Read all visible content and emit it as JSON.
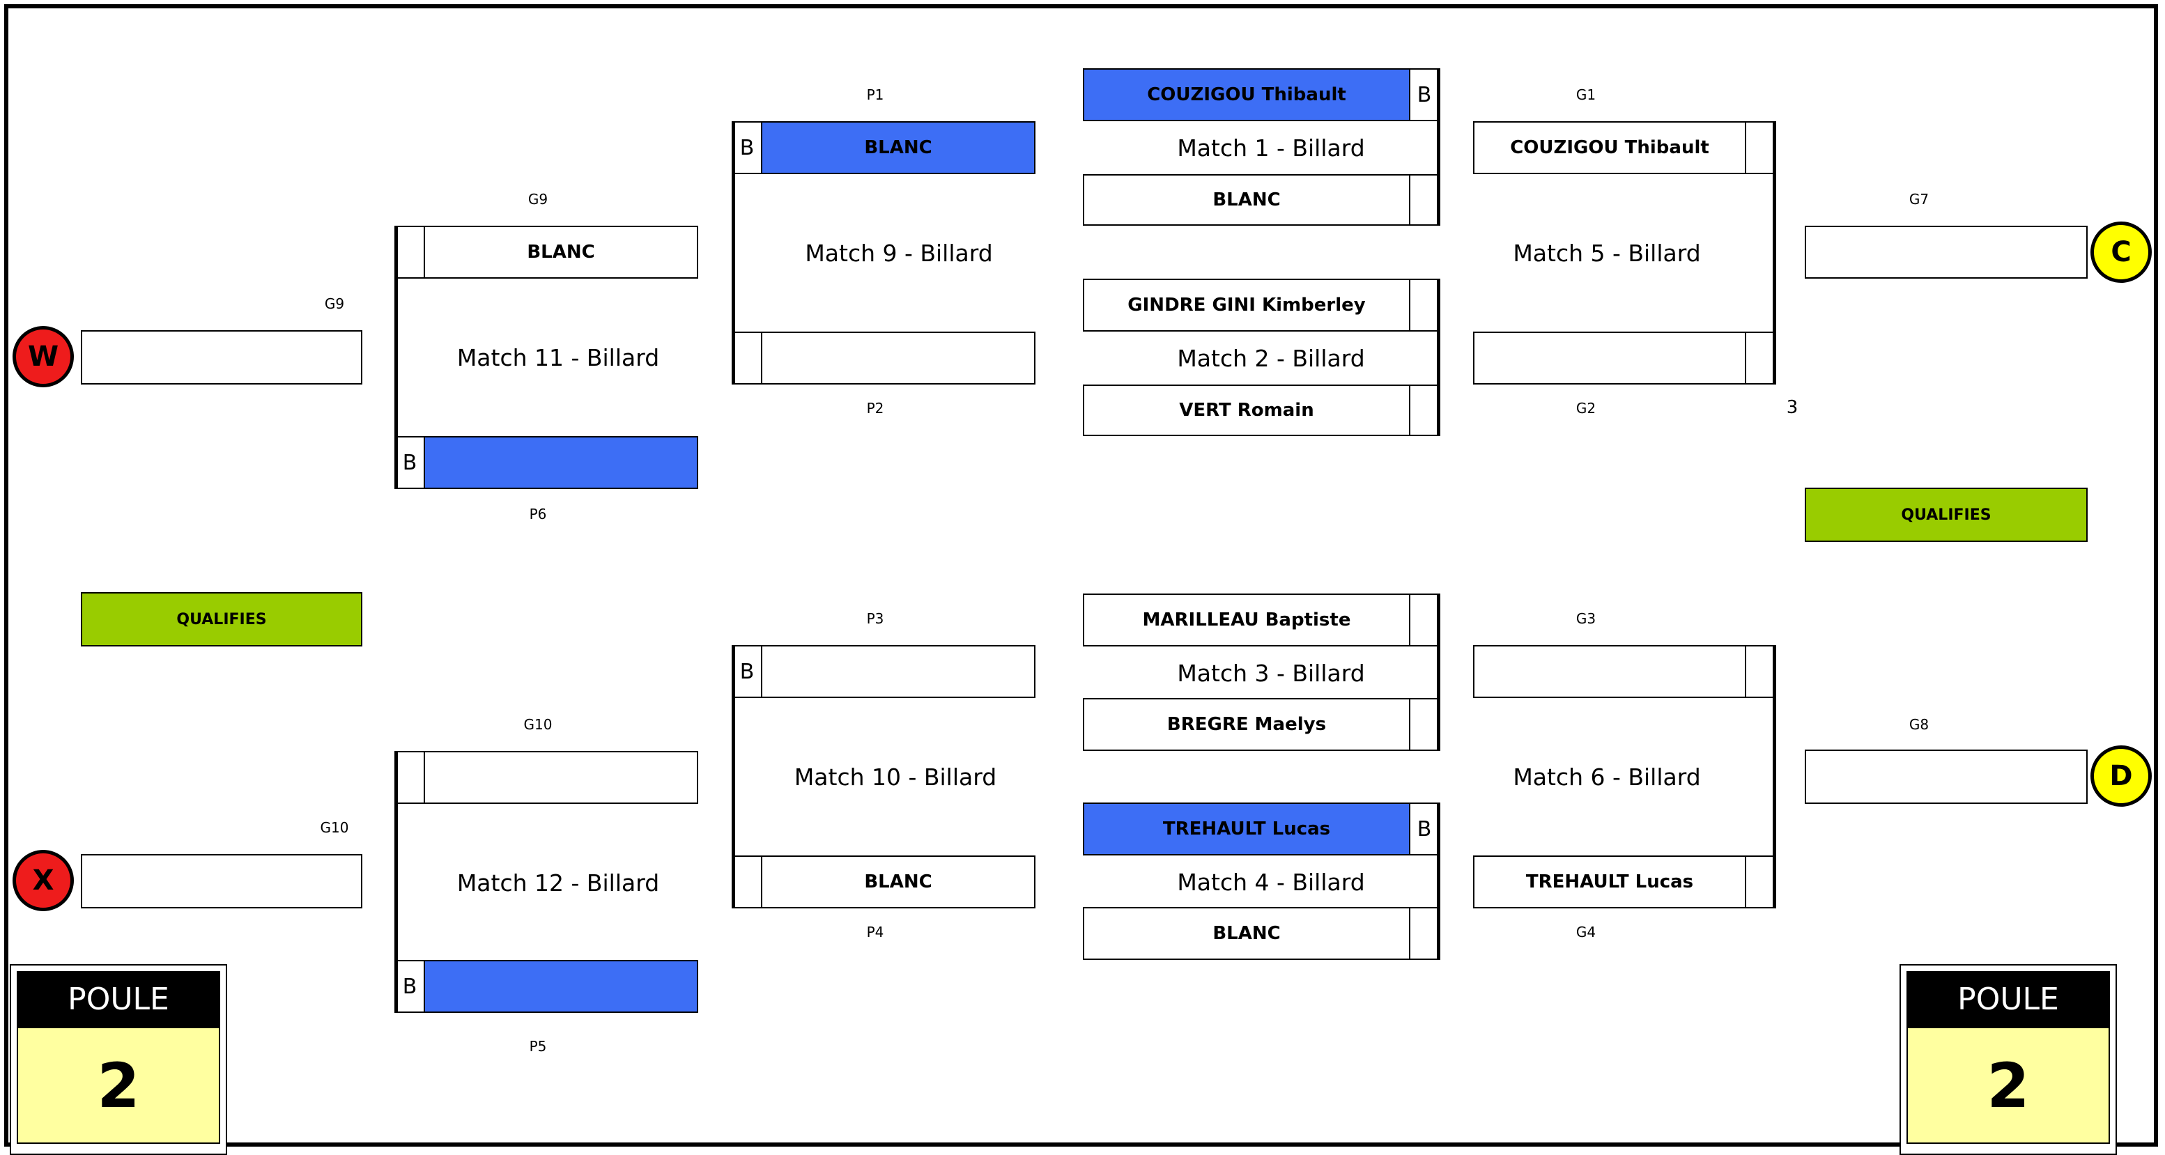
{
  "colors": {
    "selected": "#3d6ef5",
    "qualifies": "#99cc00",
    "winner_badge": "#ee1c1c",
    "loser_badge": "#ffff00",
    "poule_value_bg": "#ffffa0"
  },
  "top": {
    "match1": {
      "label": "Match 1 - Billard",
      "p1": "COUZIGOU Thibault",
      "p1_b": "B",
      "p2": "BLANC"
    },
    "match2": {
      "label": "Match 2 - Billard",
      "p1": "GINDRE GINI Kimberley",
      "p2": "VERT Romain"
    },
    "match9": {
      "label": "Match 9 - Billard",
      "top_b": "B",
      "top": "BLANC",
      "top_tag": "P1",
      "bottom": "",
      "bottom_tag": "P2"
    },
    "match5": {
      "label": "Match 5 - Billard",
      "top": "COUZIGOU Thibault",
      "top_tag": "G1",
      "bottom": "",
      "bottom_tag": "G2",
      "extra": "3"
    },
    "match11": {
      "label": "Match 11 - Billard",
      "top": "BLANC",
      "top_tag": "G9",
      "bottom_b": "B",
      "bottom": "",
      "bottom_tag": "P6"
    },
    "g9": {
      "tag": "G9",
      "value": ""
    },
    "g7": {
      "tag": "G7",
      "value": ""
    }
  },
  "bottom": {
    "match3": {
      "label": "Match 3 - Billard",
      "p1": "MARILLEAU Baptiste",
      "p2": "BREGRE Maelys"
    },
    "match4": {
      "label": "Match 4 - Billard",
      "p1": "TREHAULT Lucas",
      "p1_b": "B",
      "p2": "BLANC"
    },
    "match10": {
      "label": "Match 10 - Billard",
      "top_b": "B",
      "top": "",
      "top_tag": "P3",
      "bottom": "BLANC",
      "bottom_tag": "P4"
    },
    "match6": {
      "label": "Match 6 - Billard",
      "top": "",
      "top_tag": "G3",
      "bottom": "TREHAULT Lucas",
      "bottom_tag": "G4"
    },
    "match12": {
      "label": "Match 12 - Billard",
      "top": "",
      "top_tag": "G10",
      "bottom_b": "B",
      "bottom": "",
      "bottom_tag": "P5"
    },
    "g10": {
      "tag": "G10",
      "value": ""
    },
    "g8": {
      "tag": "G8",
      "value": ""
    }
  },
  "qualifies": {
    "left": "QUALIFIES",
    "right": "QUALIFIES"
  },
  "badges": {
    "w": "W",
    "x": "X",
    "c": "C",
    "d": "D"
  },
  "poule": {
    "title": "POULE",
    "left_value": "2",
    "right_value": "2"
  }
}
